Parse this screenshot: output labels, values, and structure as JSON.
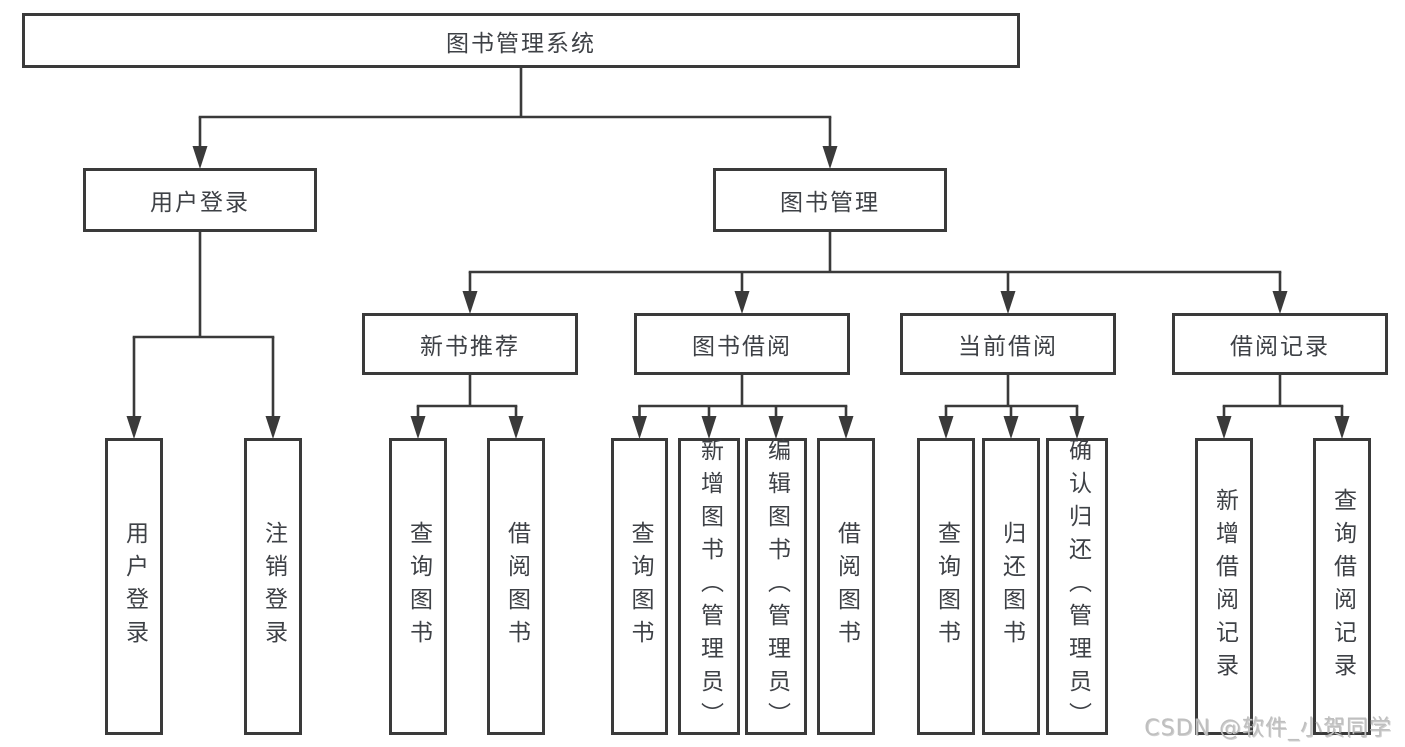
{
  "diagram": {
    "title": "图书管理系统",
    "nodes": [
      {
        "id": "root",
        "label": "图书管理系统"
      },
      {
        "id": "user-login",
        "label": "用户登录"
      },
      {
        "id": "book-mgmt",
        "label": "图书管理"
      },
      {
        "id": "new-book-rec",
        "label": "新书推荐"
      },
      {
        "id": "book-borrow",
        "label": "图书借阅"
      },
      {
        "id": "current-borrow",
        "label": "当前借阅"
      },
      {
        "id": "borrow-records",
        "label": "借阅记录"
      },
      {
        "id": "user-login-leaf",
        "label": "用户登录"
      },
      {
        "id": "logout-leaf",
        "label": "注销登录"
      },
      {
        "id": "query-books-1",
        "label": "查询图书"
      },
      {
        "id": "borrow-books-1",
        "label": "借阅图书"
      },
      {
        "id": "query-books-2",
        "label": "查询图书"
      },
      {
        "id": "add-books",
        "label": "新增图书（管理员）"
      },
      {
        "id": "edit-books",
        "label": "编辑图书（管理员）"
      },
      {
        "id": "borrow-books-2",
        "label": "借阅图书"
      },
      {
        "id": "query-books-3",
        "label": "查询图书"
      },
      {
        "id": "return-books",
        "label": "归还图书"
      },
      {
        "id": "confirm-return",
        "label": "确认归还（管理员）"
      },
      {
        "id": "add-borrow-record",
        "label": "新增借阅记录"
      },
      {
        "id": "query-borrow-record",
        "label": "查询借阅记录"
      }
    ],
    "edges": [
      {
        "parent": "root",
        "children": [
          "user-login",
          "book-mgmt"
        ]
      },
      {
        "parent": "user-login",
        "children": [
          "user-login-leaf",
          "logout-leaf"
        ]
      },
      {
        "parent": "book-mgmt",
        "children": [
          "new-book-rec",
          "book-borrow",
          "current-borrow",
          "borrow-records"
        ]
      },
      {
        "parent": "new-book-rec",
        "children": [
          "query-books-1",
          "borrow-books-1"
        ]
      },
      {
        "parent": "book-borrow",
        "children": [
          "query-books-2",
          "add-books",
          "edit-books",
          "borrow-books-2"
        ]
      },
      {
        "parent": "current-borrow",
        "children": [
          "query-books-3",
          "return-books",
          "confirm-return"
        ]
      },
      {
        "parent": "borrow-records",
        "children": [
          "add-borrow-record",
          "query-borrow-record"
        ]
      }
    ]
  },
  "watermark": {
    "text": "CSDN @软件_小贺同学"
  },
  "colors": {
    "line": "#3a3a3a",
    "text": "#3e4146",
    "background": "#ffffff",
    "watermark": "#bfbfbf"
  }
}
